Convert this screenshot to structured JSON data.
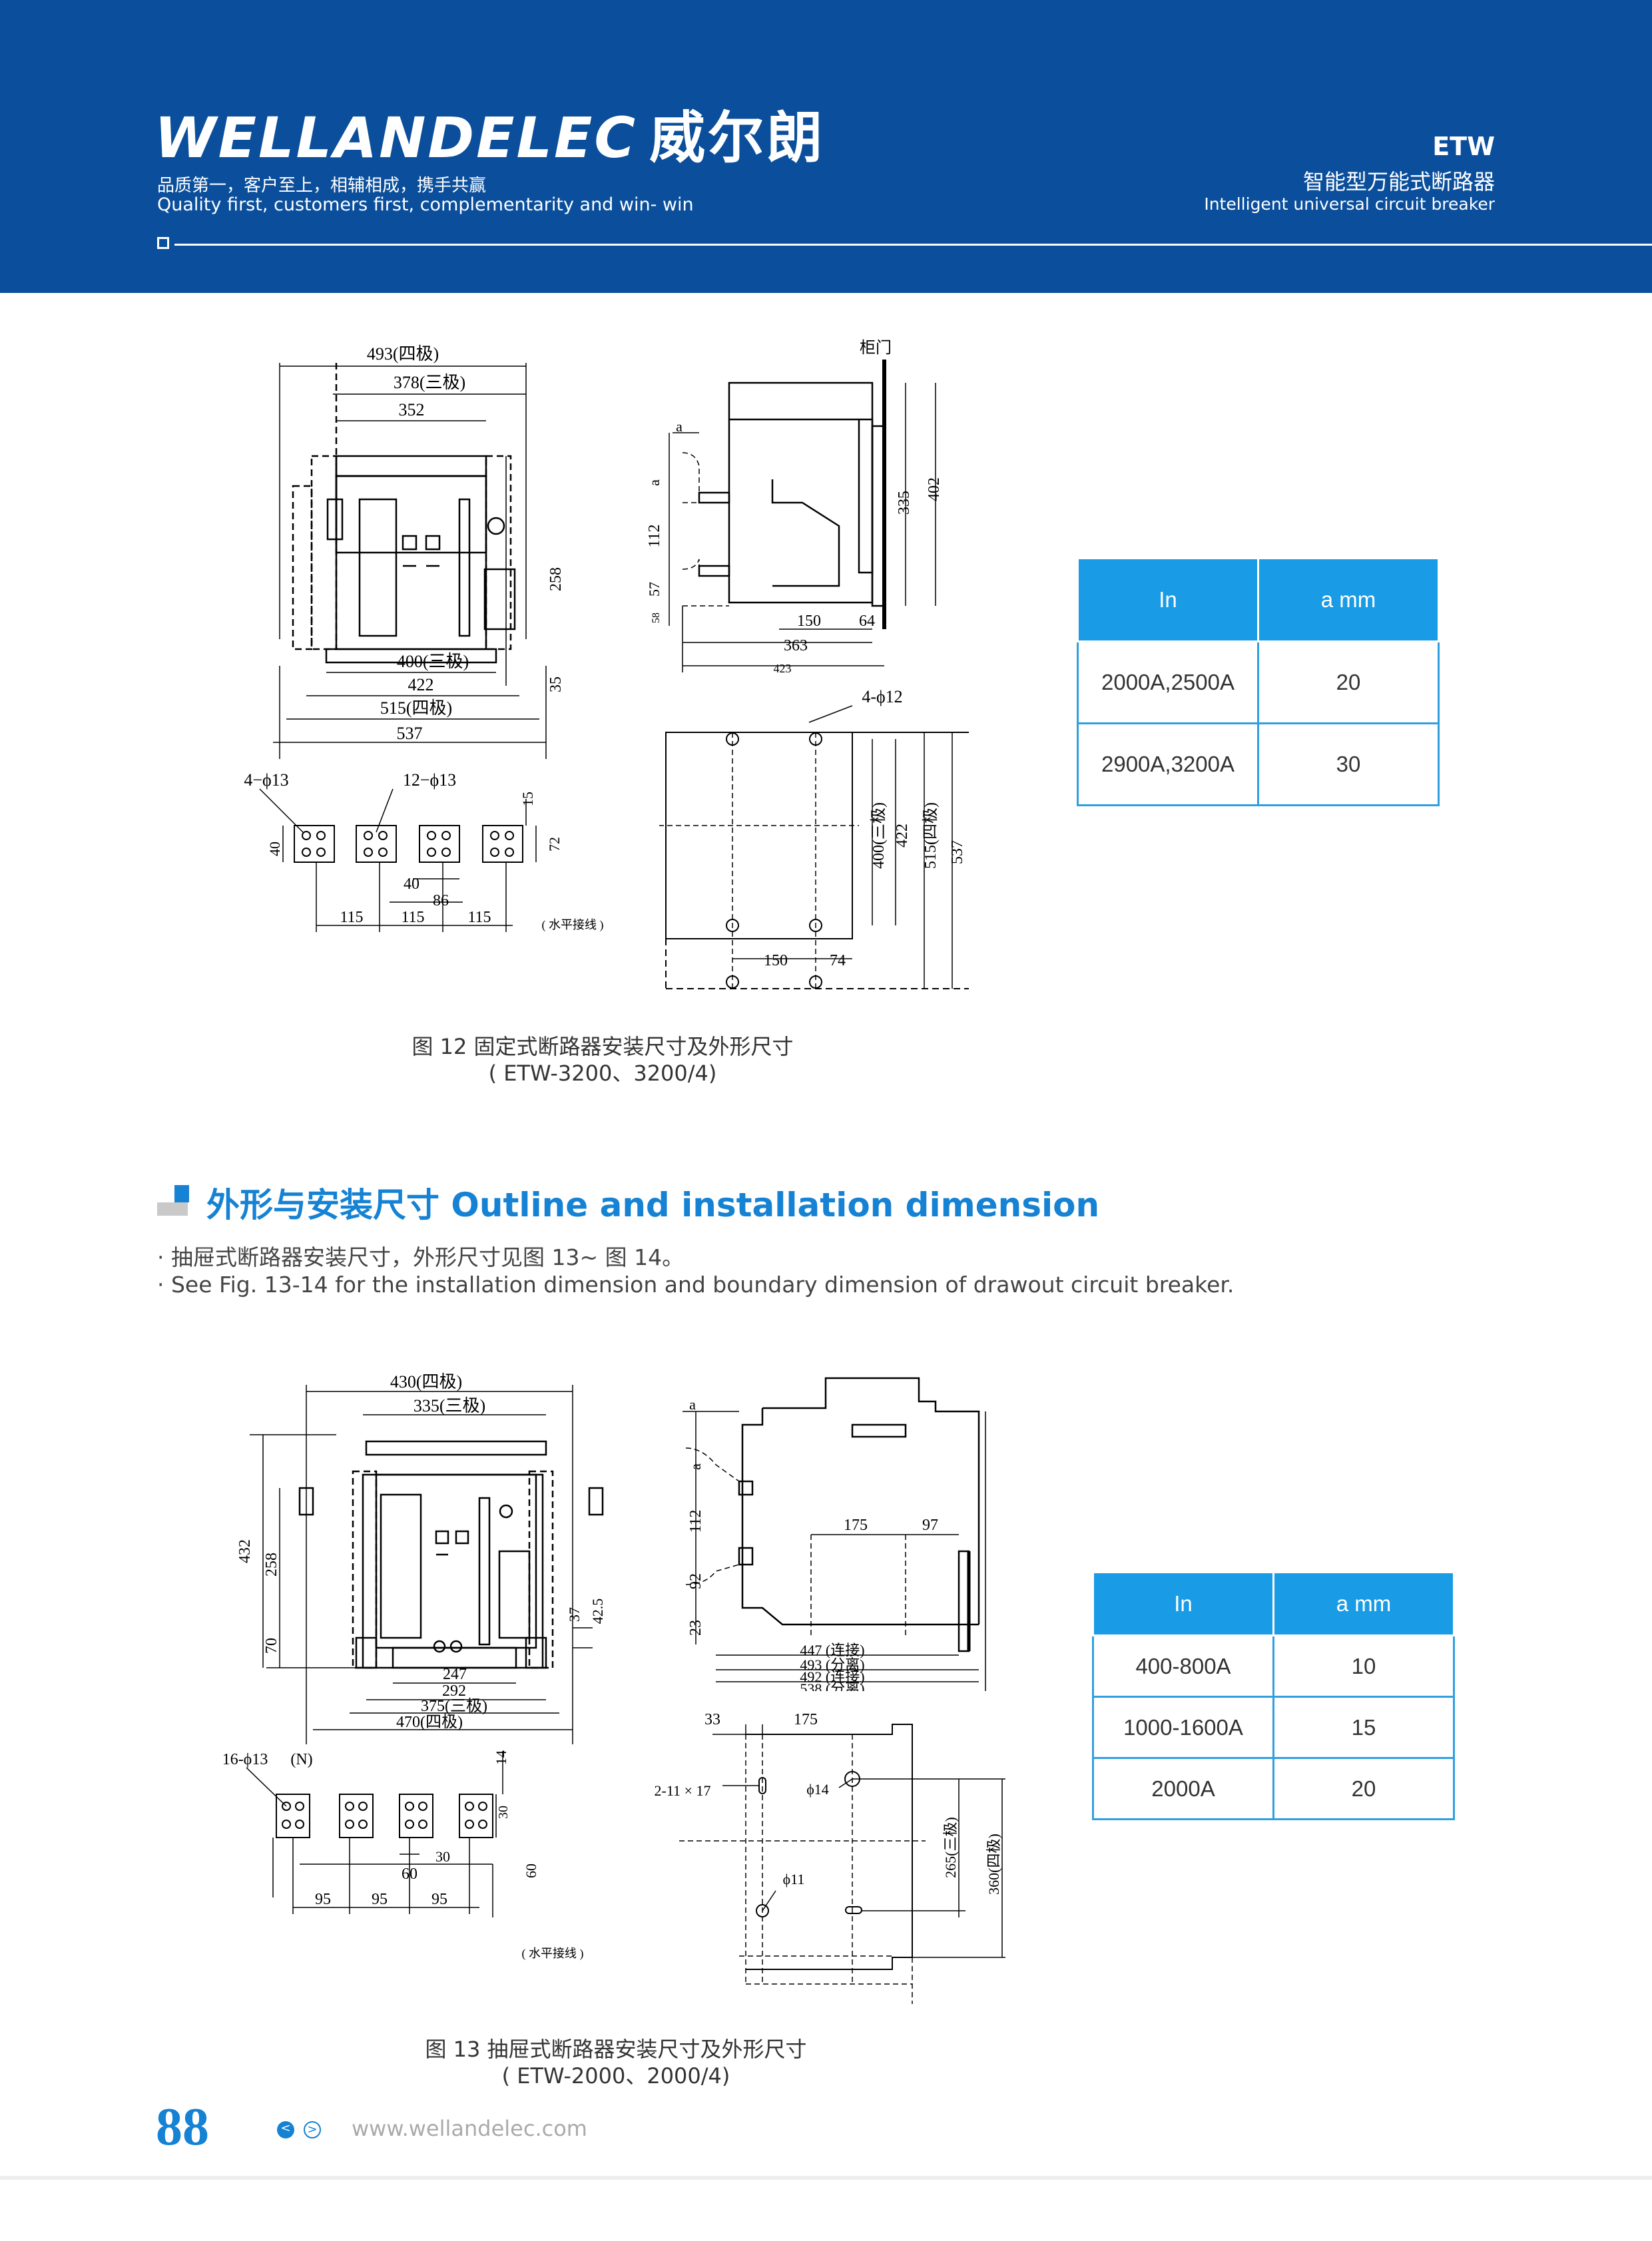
{
  "header": {
    "logo_text": "WELLANDELEC",
    "logo_cn": "威尔朗",
    "slogan_cn": "品质第一，客户至上，相辅相成，携手共赢",
    "slogan_en": "Quality first, customers first, complementarity and win- win",
    "product_code": "ETW",
    "product_cn": "智能型万能式断路器",
    "product_en": "Intelligent universal circuit breaker"
  },
  "fig12": {
    "front": {
      "d_493": "493(四极)",
      "d_378": "378(三极)",
      "d_352": "352",
      "d_258": "258",
      "d_35": "35",
      "d_400": "400(三极)",
      "d_422": "422",
      "d_515": "515(四极)",
      "d_537": "537"
    },
    "side": {
      "cabinet_door": "柜门",
      "a1": "a",
      "a2": "a",
      "d_112": "112",
      "d_57": "57",
      "d_58": "58",
      "d_335": "335",
      "d_402": "402",
      "d_150": "150",
      "d_64": "64",
      "d_363": "363",
      "d_423": "423"
    },
    "busbar": {
      "holes_4": "4−ϕ13",
      "holes_12": "12−ϕ13",
      "d_15": "15",
      "d_40a": "40",
      "d_72": "72",
      "d_40b": "40",
      "d_86": "86",
      "d_115a": "115",
      "d_115b": "115",
      "d_115c": "115",
      "note": "( 水平接线 )"
    },
    "mount": {
      "holes": "4-ϕ12",
      "d_400": "400(三极)",
      "d_422": "422",
      "d_515": "515(四极)",
      "d_537": "537",
      "d_150": "150",
      "d_74": "74"
    },
    "caption_line1": "图 12 固定式断路器安装尺寸及外形尺寸",
    "caption_line2": "( ETW-3200、3200/4)"
  },
  "table1": {
    "headers": [
      "In",
      "a mm"
    ],
    "rows": [
      [
        "2000A,2500A",
        "20"
      ],
      [
        "2900A,3200A",
        "30"
      ]
    ]
  },
  "section": {
    "title": "外形与安装尺寸 Outline and installation dimension",
    "bullet_cn": "· 抽屉式断路器安装尺寸，外形尺寸见图 13~ 图 14。",
    "bullet_en": "· See Fig. 13-14 for the installation dimension and boundary dimension of drawout circuit breaker."
  },
  "fig13": {
    "front": {
      "d_430": "430(四极)",
      "d_335": "335(三极)",
      "d_432": "432",
      "d_258": "258",
      "d_70": "70",
      "d_37": "37",
      "d_42_5": "42.5",
      "d_247": "247",
      "d_292": "292",
      "d_375": "375(三极)",
      "d_470": "470(四极)"
    },
    "side": {
      "a1": "a",
      "a2": "a",
      "d_112": "112",
      "d_92": "92",
      "d_23": "23",
      "d_175": "175",
      "d_97": "97",
      "d_447": "447 (连接)",
      "d_493": "493 (分离)",
      "d_492": "492 (连接)",
      "d_538": "538 (分离)"
    },
    "busbar": {
      "holes": "16-ϕ13",
      "n_label": "(N)",
      "d_14": "14",
      "d_30a": "30",
      "d_30b": "30",
      "d_60a": "60",
      "d_60b": "60",
      "d_95a": "95",
      "d_95b": "95",
      "d_95c": "95",
      "note": "( 水平接线 )"
    },
    "mount": {
      "d_33": "33",
      "d_175": "175",
      "slots": "2-11 × 17",
      "phi14": "ϕ14",
      "phi11": "ϕ11",
      "d_265": "265(三极)",
      "d_360": "360(四极)"
    },
    "caption_line1": "图 13 抽屉式断路器安装尺寸及外形尺寸",
    "caption_line2": "( ETW-2000、2000/4)"
  },
  "table2": {
    "headers": [
      "In",
      "a mm"
    ],
    "rows": [
      [
        "400-800A",
        "10"
      ],
      [
        "1000-1600A",
        "15"
      ],
      [
        "2000A",
        "20"
      ]
    ]
  },
  "footer": {
    "page_number": "88",
    "prev": "<",
    "next": ">",
    "url": "www.wellandelec.com"
  }
}
